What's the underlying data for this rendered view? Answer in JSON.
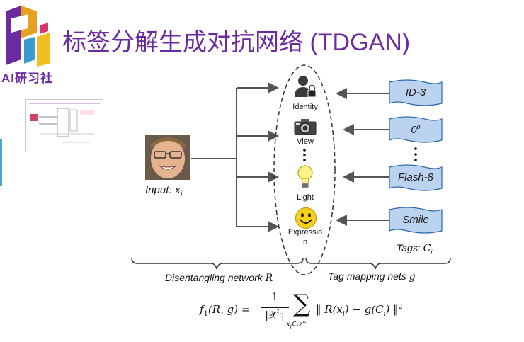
{
  "brand": {
    "logo_text": "AI研习社"
  },
  "slide": {
    "title": "标签分解生成对抗网络 (TDGAN)"
  },
  "input": {
    "label": "Input: ",
    "var": "x",
    "sub": "i"
  },
  "attributes": [
    {
      "label": "Identity",
      "icon": "identity-lock-icon"
    },
    {
      "label": "View",
      "icon": "camera-icon"
    },
    {
      "label": "Light",
      "icon": "lightbulb-icon"
    },
    {
      "label": "Expressio",
      "label2": "n",
      "icon": "smiley-icon"
    }
  ],
  "tags": [
    "ID-3",
    "0",
    "Flash-8",
    "Smile"
  ],
  "tags_degree": "o",
  "tags_label": {
    "text": "Tags: ",
    "var": "C",
    "sub": "i"
  },
  "brace_labels": {
    "left": "Disentangling network ",
    "left_var": "R",
    "right": "Tag mapping nets ",
    "right_var": "g"
  },
  "formula": {
    "lhs": "f",
    "lhs_sub": "1",
    "lhs_args": "(R, g) =",
    "frac_num": "1",
    "frac_den": "|𝒳",
    "frac_den_sup": "L",
    "frac_den_end": "|",
    "sum": "∑",
    "sum_sub": "x",
    "sum_sub_i": "i",
    "sum_sub_rest": "∈𝒳",
    "sum_sub_sup": "L",
    "body": "‖ R(x",
    "body_i": "i",
    "body_mid": ") − g(C",
    "body_i2": "i",
    "body_end": ") ‖",
    "body_sup": "2"
  },
  "colors": {
    "title": "#6b2aa0",
    "tag_fill": "#bcd3ef",
    "arrow": "#555555"
  }
}
